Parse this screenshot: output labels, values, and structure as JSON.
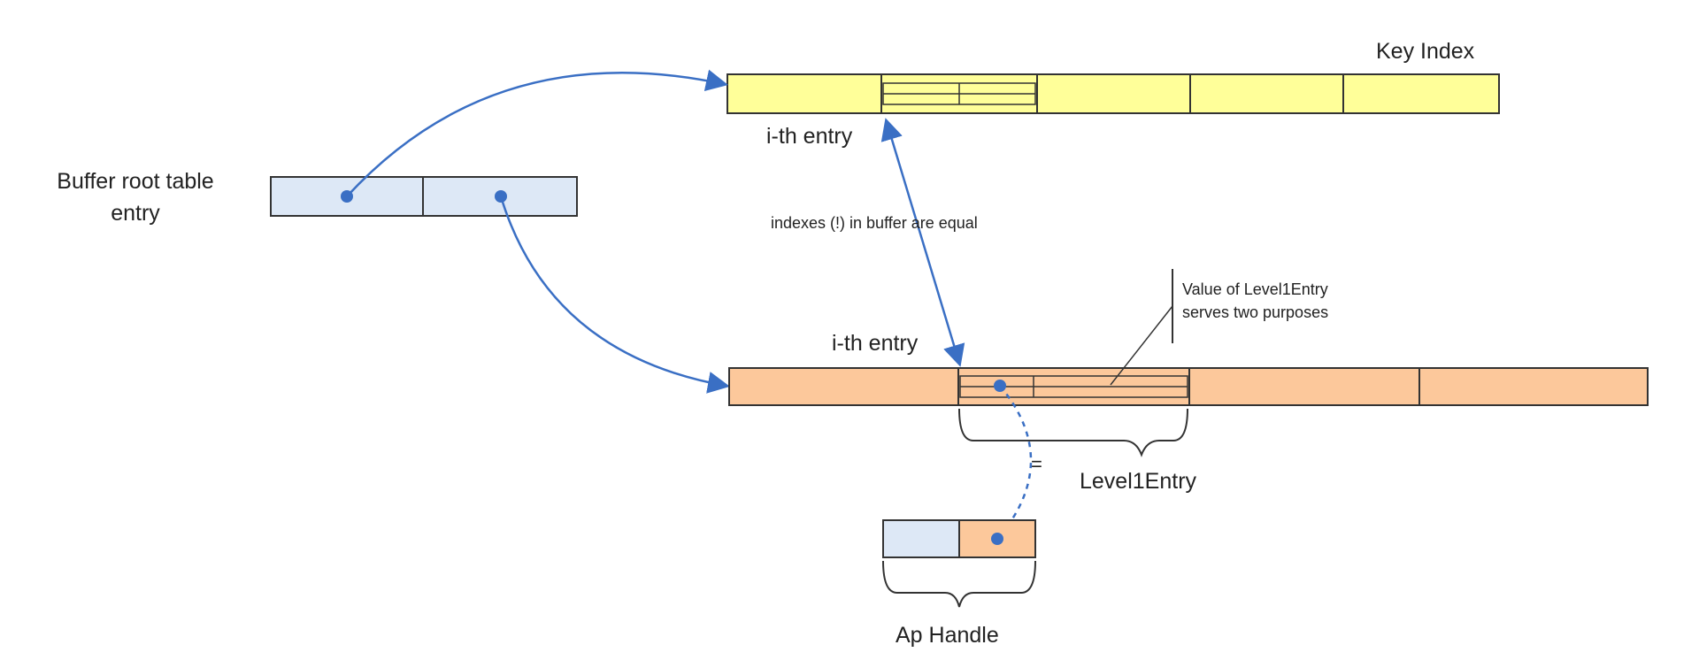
{
  "labels": {
    "key_index": "Key Index",
    "buffer_root_line1": "Buffer root table",
    "buffer_root_line2": "entry",
    "ith_entry_top": "i-th entry",
    "indexes_equal": "indexes (!) in buffer are equal",
    "value_note_line1": "Value of Level1Entry",
    "value_note_line2": "serves two purposes",
    "ith_entry_bottom": "i-th entry",
    "level1entry": "Level1Entry",
    "equals": "=",
    "ap_handle": "Ap Handle"
  },
  "colors": {
    "key_index_fill": "#ffff99",
    "level1_fill": "#fcc89b",
    "root_fill": "#dde8f6",
    "arrow": "#3a6fc4",
    "outline": "#333333"
  }
}
